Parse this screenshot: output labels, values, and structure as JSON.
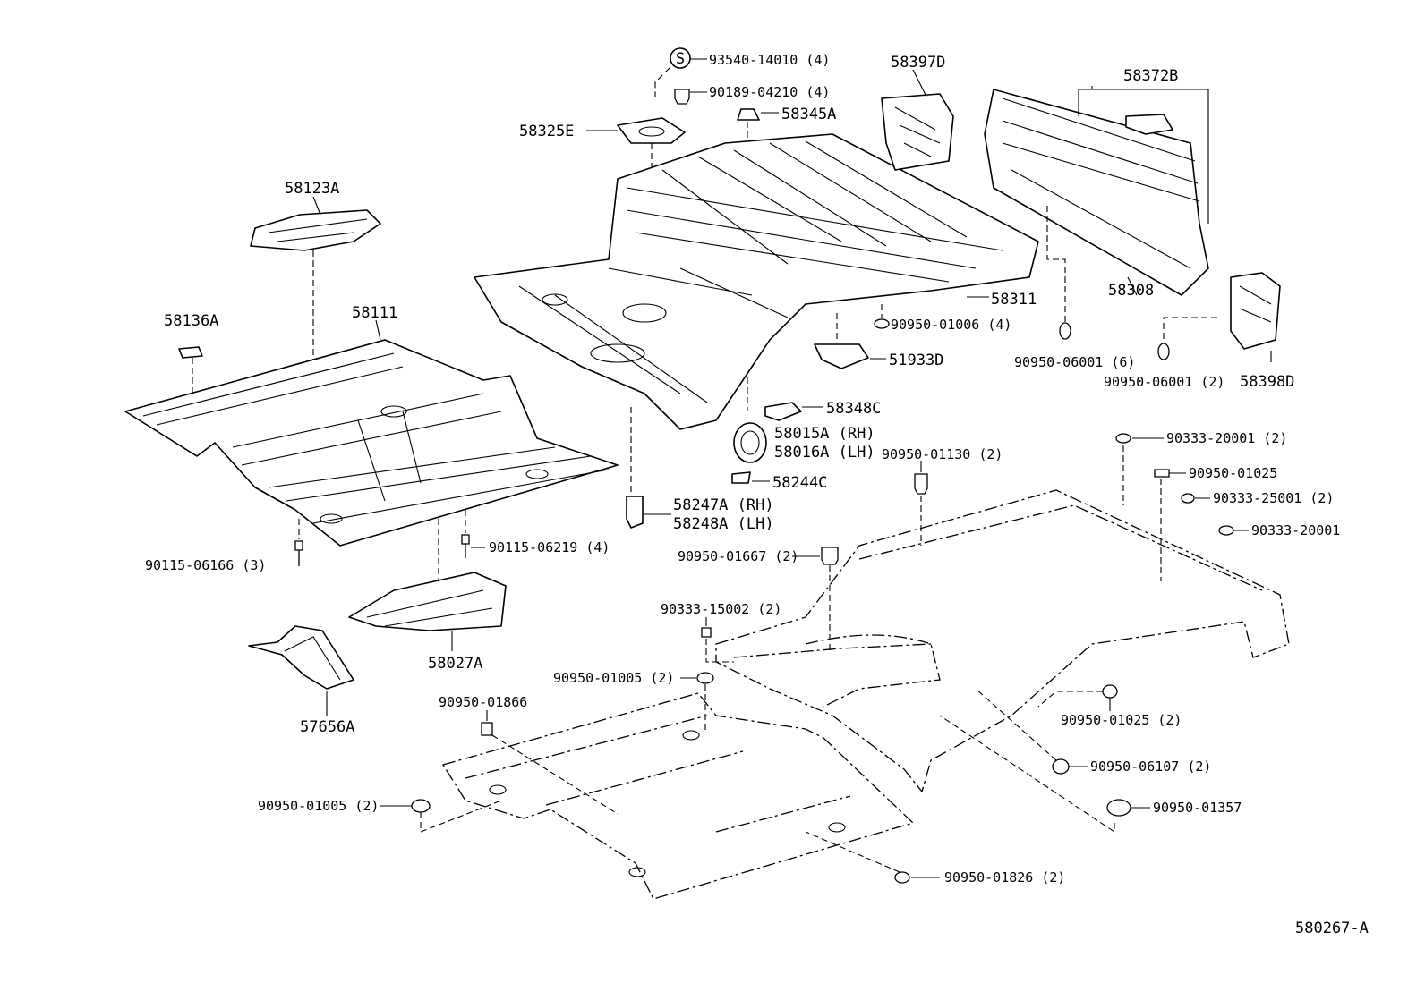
{
  "diagram_id": "580267-A",
  "labels": {
    "p93540": "93540-14010 (4)",
    "p90189": "90189-04210 (4)",
    "p58345A": "58345A",
    "p58325E": "58325E",
    "p58397D": "58397D",
    "p58372B": "58372B",
    "p58123A": "58123A",
    "p58136A": "58136A",
    "p58111": "58111",
    "p58311": "58311",
    "p58308": "58308",
    "p90950_01006": "90950-01006 (4)",
    "p51933D": "51933D",
    "p90950_06001_6": "90950-06001 (6)",
    "p90950_06001_2": "90950-06001 (2)",
    "p58398D": "58398D",
    "p58348C": "58348C",
    "p58015A": "58015A (RH)",
    "p58016A": "58016A (LH)",
    "p58244C": "58244C",
    "p58247A": "58247A (RH)",
    "p58248A": "58248A (LH)",
    "p90115_06166": "90115-06166 (3)",
    "p90115_06219": "90115-06219 (4)",
    "p58027A": "58027A",
    "p57656A": "57656A",
    "p90950_01130": "90950-01130 (2)",
    "p90333_20001_2": "90333-20001 (2)",
    "p90950_01025": "90950-01025",
    "p90333_25001": "90333-25001 (2)",
    "p90333_20001": "90333-20001",
    "p90950_01667": "90950-01667 (2)",
    "p90333_15002": "90333-15002 (2)",
    "p90950_01005_a": "90950-01005 (2)",
    "p90950_01866": "90950-01866",
    "p90950_01025_2": "90950-01025 (2)",
    "p90950_06107": "90950-06107 (2)",
    "p90950_01005_b": "90950-01005 (2)",
    "p90950_01357": "90950-01357",
    "p90950_01826": "90950-01826 (2)",
    "s_mark": "S"
  }
}
